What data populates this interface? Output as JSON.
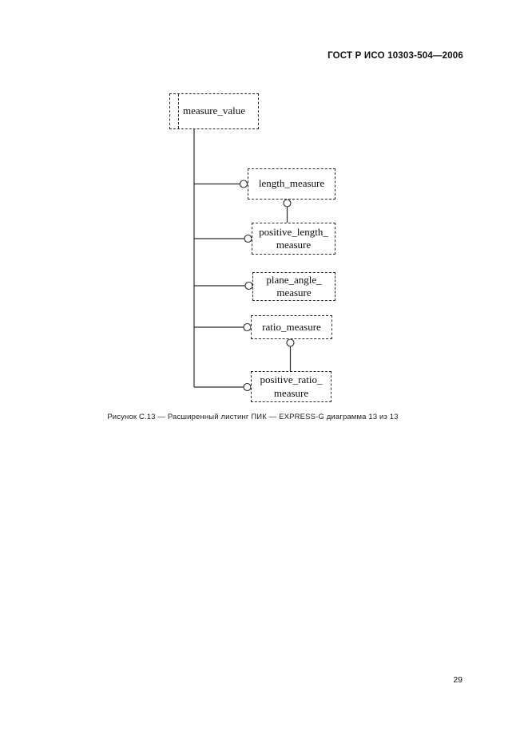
{
  "page": {
    "header": "ГОСТ Р ИСО 10303-504—2006",
    "caption": "Рисунок С.13 — Расширенный листинг ПИК — EXPRESS-G диаграмма 13 из 13",
    "page_number": "29"
  },
  "diagram": {
    "type": "express-g",
    "root": {
      "label": "measure_value"
    },
    "nodes": [
      {
        "label": "length_measure"
      },
      {
        "label": "positive_length_\nmeasure"
      },
      {
        "label": "plane_angle_\nmeasure"
      },
      {
        "label": "ratio_measure"
      },
      {
        "label": "positive_ratio_\nmeasure"
      }
    ]
  }
}
